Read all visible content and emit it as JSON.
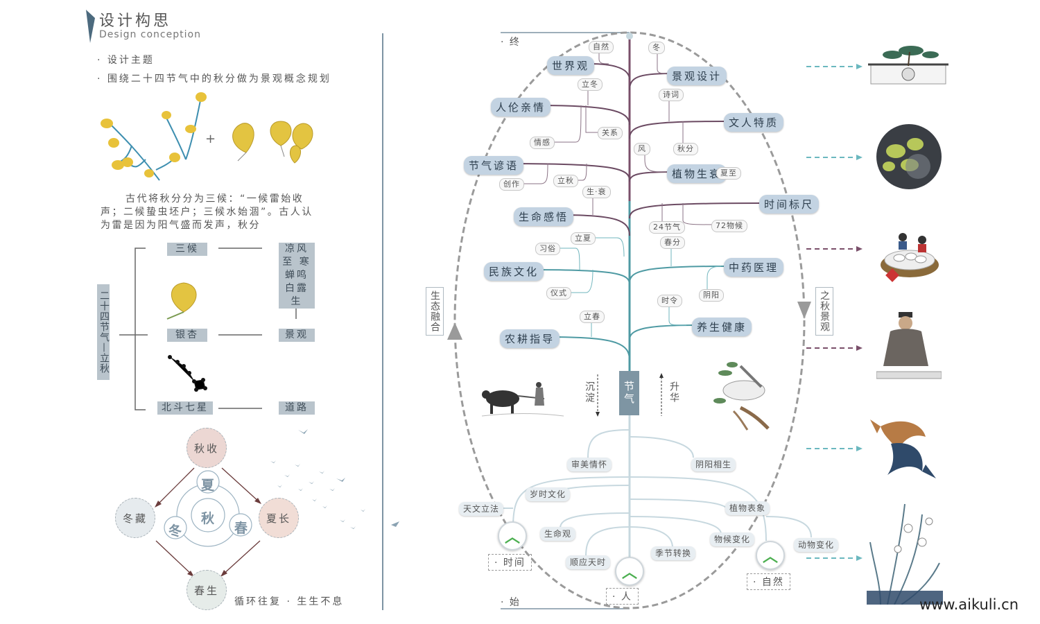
{
  "left": {
    "title_cn": "设计构思",
    "title_en": "Design conception",
    "bullets": [
      "· 设计主题",
      "· 围绕二十四节气中的秋分做为景观概念规划"
    ],
    "plus": "+",
    "paragraph": "古代将秋分分为三候：“一候雷始收声；二候蛰虫坯户；三候水始涸”。古人认为雷是因为阳气盛而发声，秋分",
    "structure": {
      "vertical_label": "二十四节气—立秋",
      "row_tags": [
        "三候",
        "银杏",
        "北斗七星"
      ],
      "right_tags": [
        "凉风至 寒蝉鸣 白露生",
        "景观",
        "道路"
      ]
    },
    "cycle": {
      "outer": [
        "秋收",
        "夏长",
        "春生",
        "冬藏"
      ],
      "inner": [
        "夏",
        "春",
        "冬",
        "秋"
      ],
      "caption": "循环往复 · 生生不息"
    }
  },
  "tree": {
    "top_label": "· 终",
    "bottom_label": "· 始",
    "trunk": "节气",
    "left_side_label": "生态融合",
    "right_side_label": "之秋景观",
    "down_arrow_label": "沉淀",
    "up_arrow_label": "升华",
    "nodes": [
      "世界观",
      "景观设计",
      "人伦亲情",
      "文人特质",
      "节气谚语",
      "植物生衰",
      "时间标尺",
      "生命感悟",
      "中药医理",
      "民族文化",
      "养生健康",
      "农耕指导"
    ],
    "leaves": [
      "自然",
      "冬",
      "立冬",
      "诗词",
      "关系",
      "情感",
      "风",
      "秋分",
      "夏至",
      "创作",
      "立秋",
      "生·衰",
      "24节气",
      "72物候",
      "立夏",
      "春分",
      "习俗",
      "仪式",
      "时令",
      "阴阳",
      "立春"
    ],
    "roots": [
      "审美情怀",
      "阴阳相生",
      "岁时文化",
      "天文立法",
      "植物表象",
      "生命观",
      "物候变化",
      "动物变化",
      "顺应天时",
      "季节转换"
    ],
    "bottom_labels": [
      "· 时间",
      "· 人",
      "· 自然"
    ]
  },
  "right_icons": [
    "garden-wall-icon",
    "ginkgo-moon-icon",
    "dumpling-family-icon",
    "scholar-icon",
    "koi-fish-icon",
    "orchid-icon"
  ],
  "watermark": "www.aikuli.cn",
  "colors": {
    "purple_branch": "#6b4a62",
    "teal_branch": "#4e9aa3",
    "trunk": "#7e95a3",
    "node_bg": "#c3d3e2",
    "arrow_teal": "#6bb8bf",
    "arrow_purple": "#7a4f6a"
  }
}
